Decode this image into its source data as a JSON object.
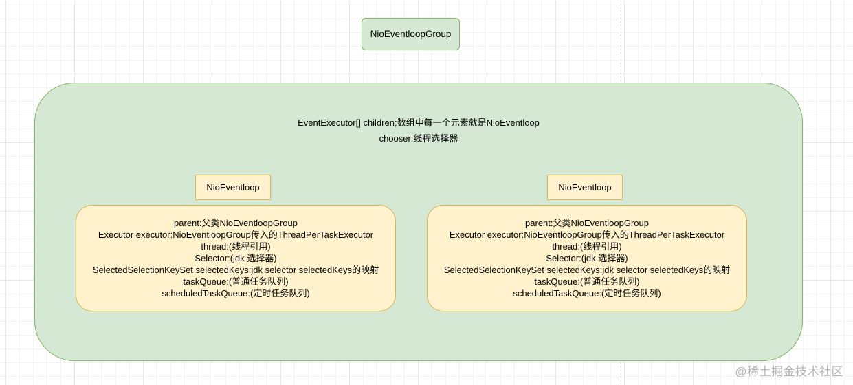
{
  "nio_event_loop_group": {
    "title": "NioEventloopGroup",
    "fields": [
      "EventExecutor[] children;数组中每一个元素就是NioEventloop",
      "chooser:线程选择器"
    ]
  },
  "event_loops": [
    {
      "label": "NioEventloop",
      "fields": [
        "parent:父类NioEventloopGroup",
        "Executor executor:NioEventloopGroup传入的ThreadPerTaskExecutor",
        "thread:(线程引用)",
        "Selector:(jdk 选择器)",
        "SelectedSelectionKeySet selectedKeys:jdk selector selectedKeys的映射",
        "taskQueue:(普通任务队列)",
        "scheduledTaskQueue:(定时任务队列)"
      ]
    },
    {
      "label": "NioEventloop",
      "fields": [
        "parent:父类NioEventloopGroup",
        "Executor executor:NioEventloopGroup传入的ThreadPerTaskExecutor",
        "thread:(线程引用)",
        "Selector:(jdk 选择器)",
        "SelectedSelectionKeySet selectedKeys:jdk selector selectedKeys的映射",
        "taskQueue:(普通任务队列)",
        "scheduledTaskQueue:(定时任务队列)"
      ]
    }
  ],
  "watermark": "@稀土掘金技术社区",
  "colors": {
    "green_fill": "#d5e8d4",
    "green_stroke": "#82b366",
    "yellow_fill": "#fff2cc",
    "yellow_stroke": "#d6b656"
  }
}
